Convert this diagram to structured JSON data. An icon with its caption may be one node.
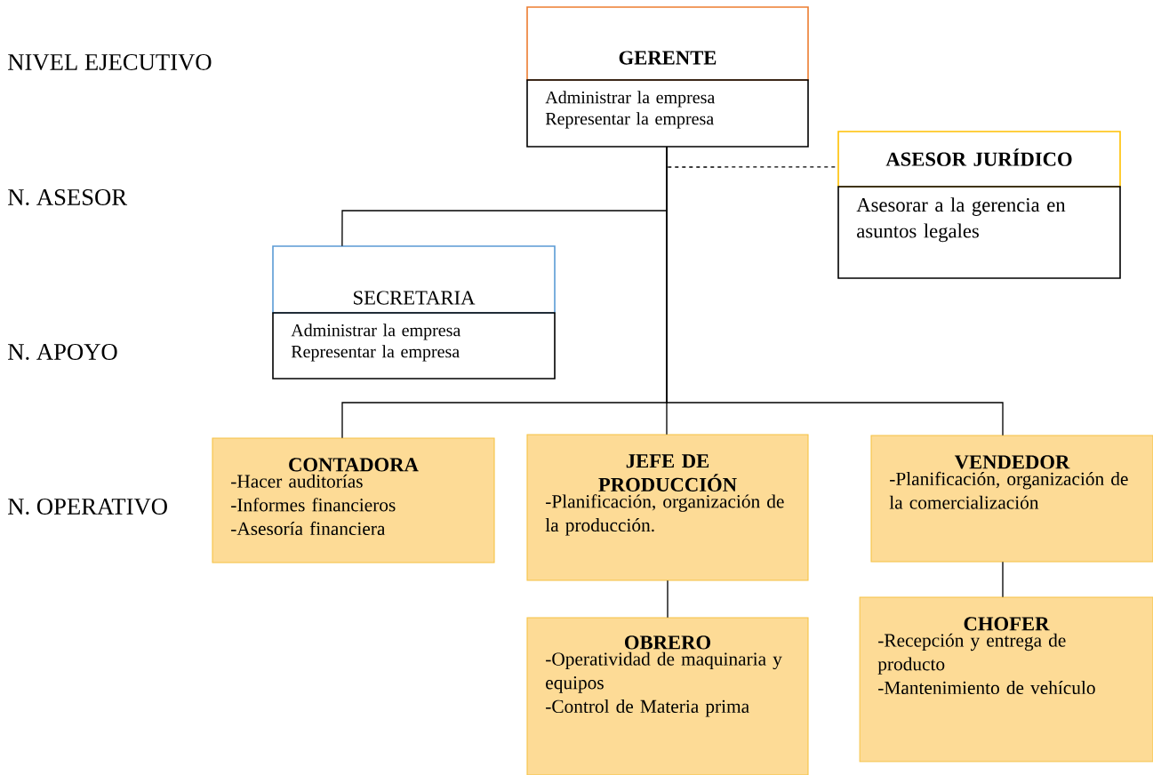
{
  "diagram": {
    "nodes": [
      {
        "text": [
          "GERENTE",
          "Administrar la empresa Representar la empresa"
        ]
      },
      {
        "text": [
          "ASESOR JURÍDICO",
          "Asesorar a la gerencia en asuntos legales"
        ]
      },
      {
        "text": [
          "SECRETARIA",
          "Administrar la empresa Representar la empresa"
        ]
      },
      {
        "text": [
          "CONTADORA",
          "-Hacer auditorías",
          "-Informes financieros",
          "-Asesoría financiera"
        ]
      },
      {
        "text": [
          "JEFE DE PRODUCCIÓN",
          "-Planificación, organización de la producción."
        ]
      },
      {
        "text": [
          "VENDEDOR",
          "-Planificación, organización de la comercialización"
        ]
      },
      {
        "text": [
          "OBRERO",
          "-Operatividad de maquinaria y equipos",
          "-Control de Materia prima"
        ]
      },
      {
        "text": [
          "CHOFER",
          "-Recepción y entrega de producto",
          "-Mantenimiento de vehículo"
        ]
      }
    ],
    "edges": [
      {
        "from": 0,
        "to": 1,
        "arrow": "none",
        "style": "dashed"
      },
      {
        "from": 0,
        "to": 2,
        "arrow": "none"
      },
      {
        "from": 0,
        "to": 3,
        "arrow": "none"
      },
      {
        "from": 0,
        "to": 4,
        "arrow": "none"
      },
      {
        "from": 0,
        "to": 5,
        "arrow": "none"
      },
      {
        "from": 4,
        "to": 6,
        "arrow": "none"
      },
      {
        "from": 5,
        "to": 7,
        "arrow": "none"
      }
    ],
    "labels": [
      "NIVEL EJECUTIVO",
      "N. ASESOR",
      "N. APOYO",
      "N. OPERATIVO"
    ]
  }
}
